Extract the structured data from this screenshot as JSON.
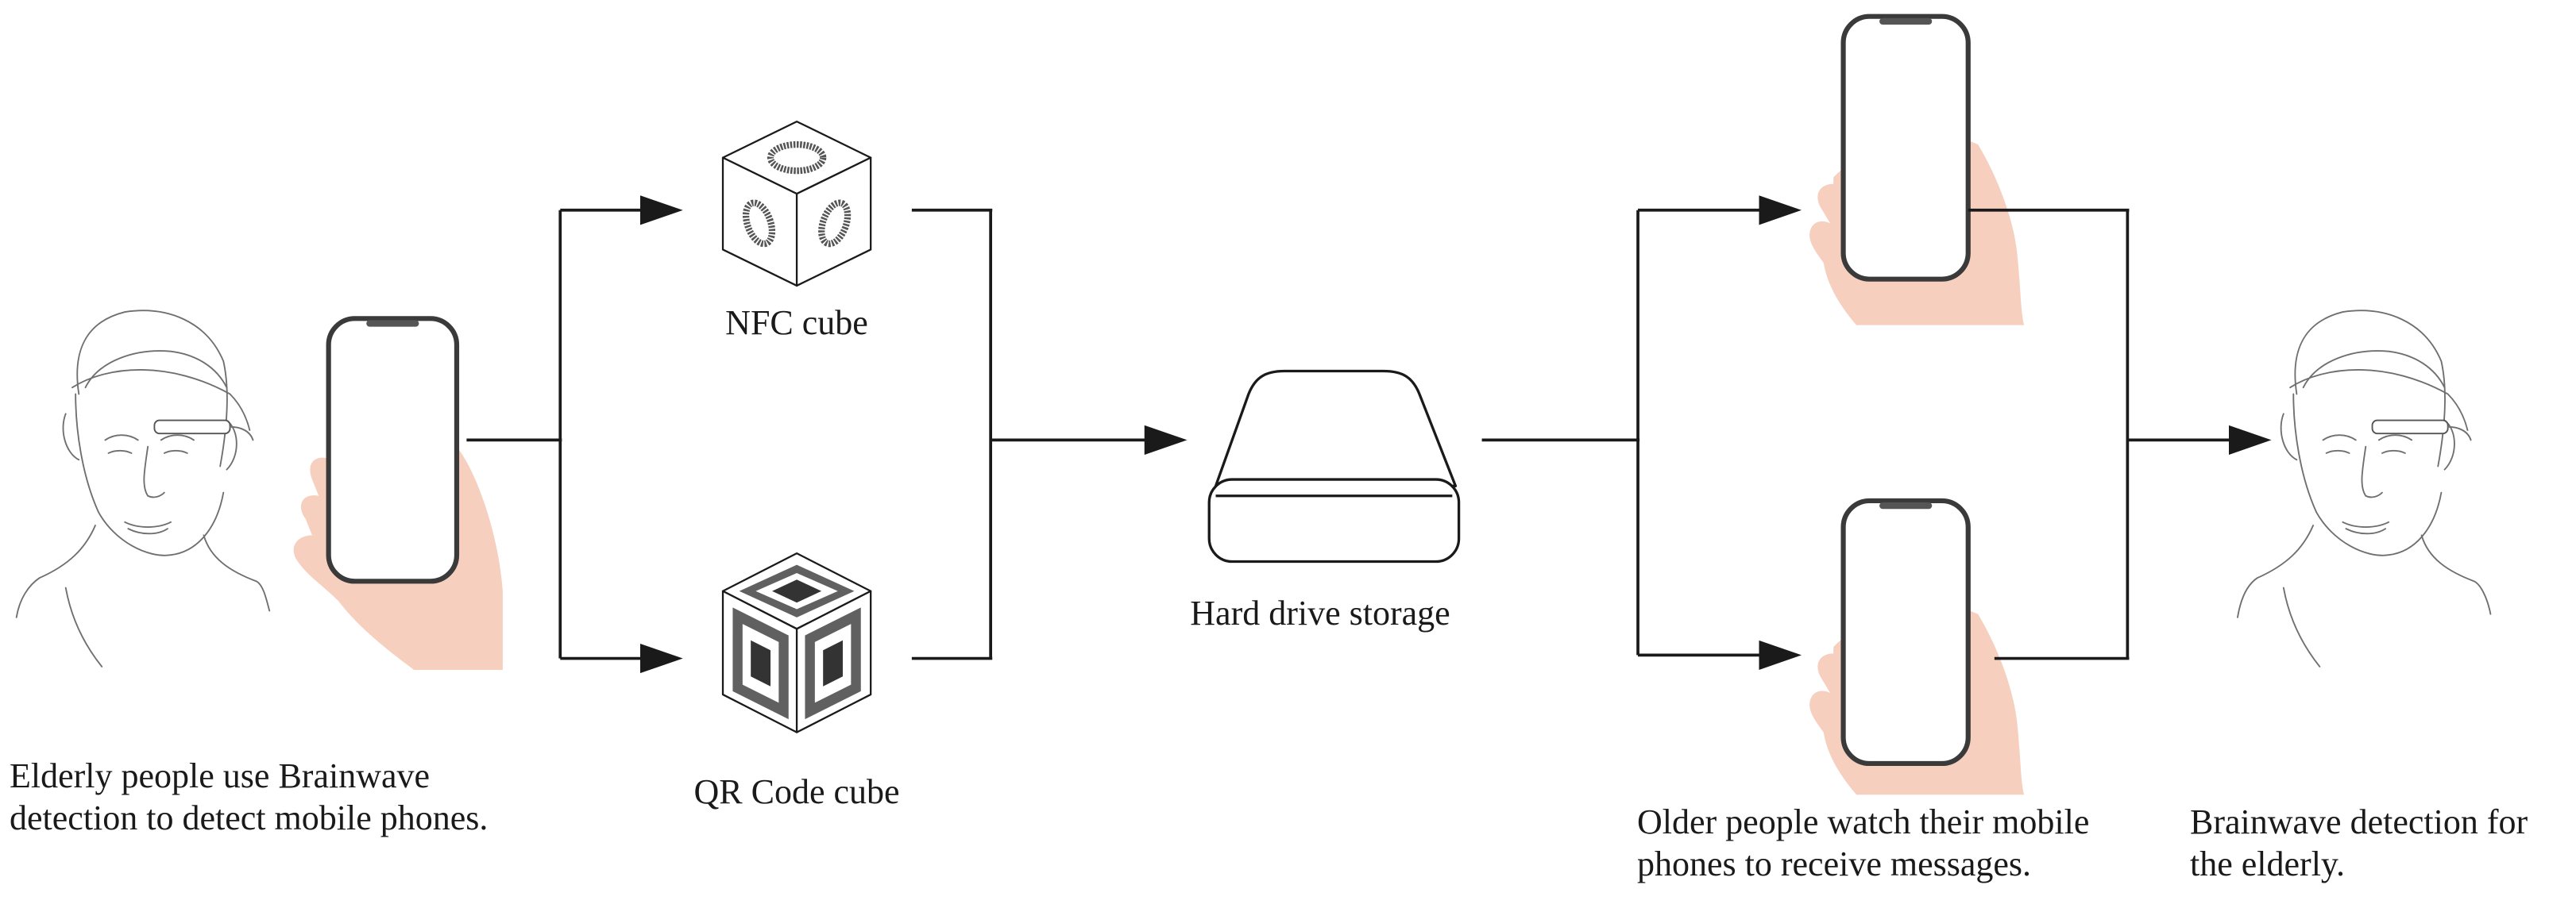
{
  "labels": {
    "nfc_cube": "NFC cube",
    "qr_cube": "QR Code cube",
    "hard_drive": "Hard drive storage",
    "elderly_use_line1": "Elderly people use Brainwave",
    "elderly_use_line2": "detection to detect mobile phones.",
    "older_watch_line1": "Older people watch their mobile",
    "older_watch_line2": "phones to receive messages.",
    "brainwave_elderly_line1": "Brainwave detection for",
    "brainwave_elderly_line2": "the elderly."
  },
  "colors": {
    "line": "#1a1a1a",
    "hand": "#f6cfbf",
    "phone_frame": "#3a3a3a",
    "sketch": "#6a6a6a"
  },
  "icons": [
    "elderly-face-headset-icon",
    "hand-holding-phone-icon",
    "nfc-cube-icon",
    "qr-code-cube-icon",
    "hard-drive-icon"
  ]
}
